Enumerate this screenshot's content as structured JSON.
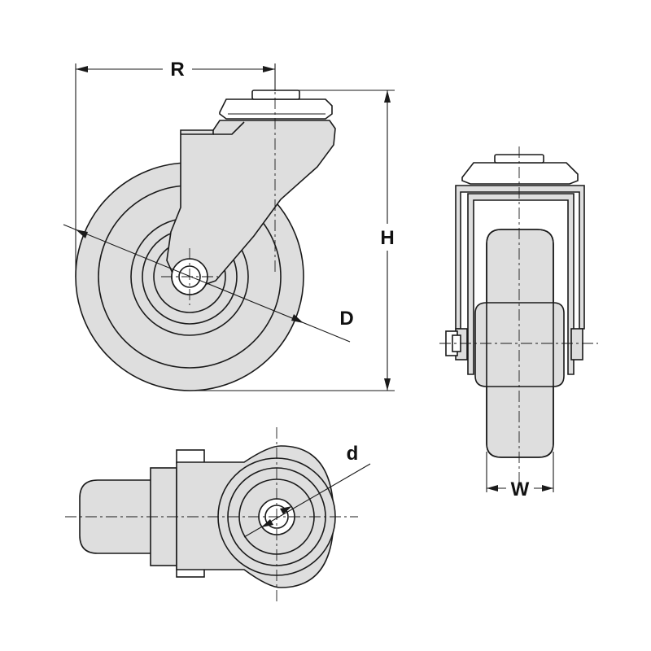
{
  "labels": {
    "R": "R",
    "H": "H",
    "D": "D",
    "W": "W",
    "d": "d"
  },
  "colors": {
    "stroke": "#1a1a1a",
    "fill": "#dedede",
    "background": "#ffffff"
  }
}
